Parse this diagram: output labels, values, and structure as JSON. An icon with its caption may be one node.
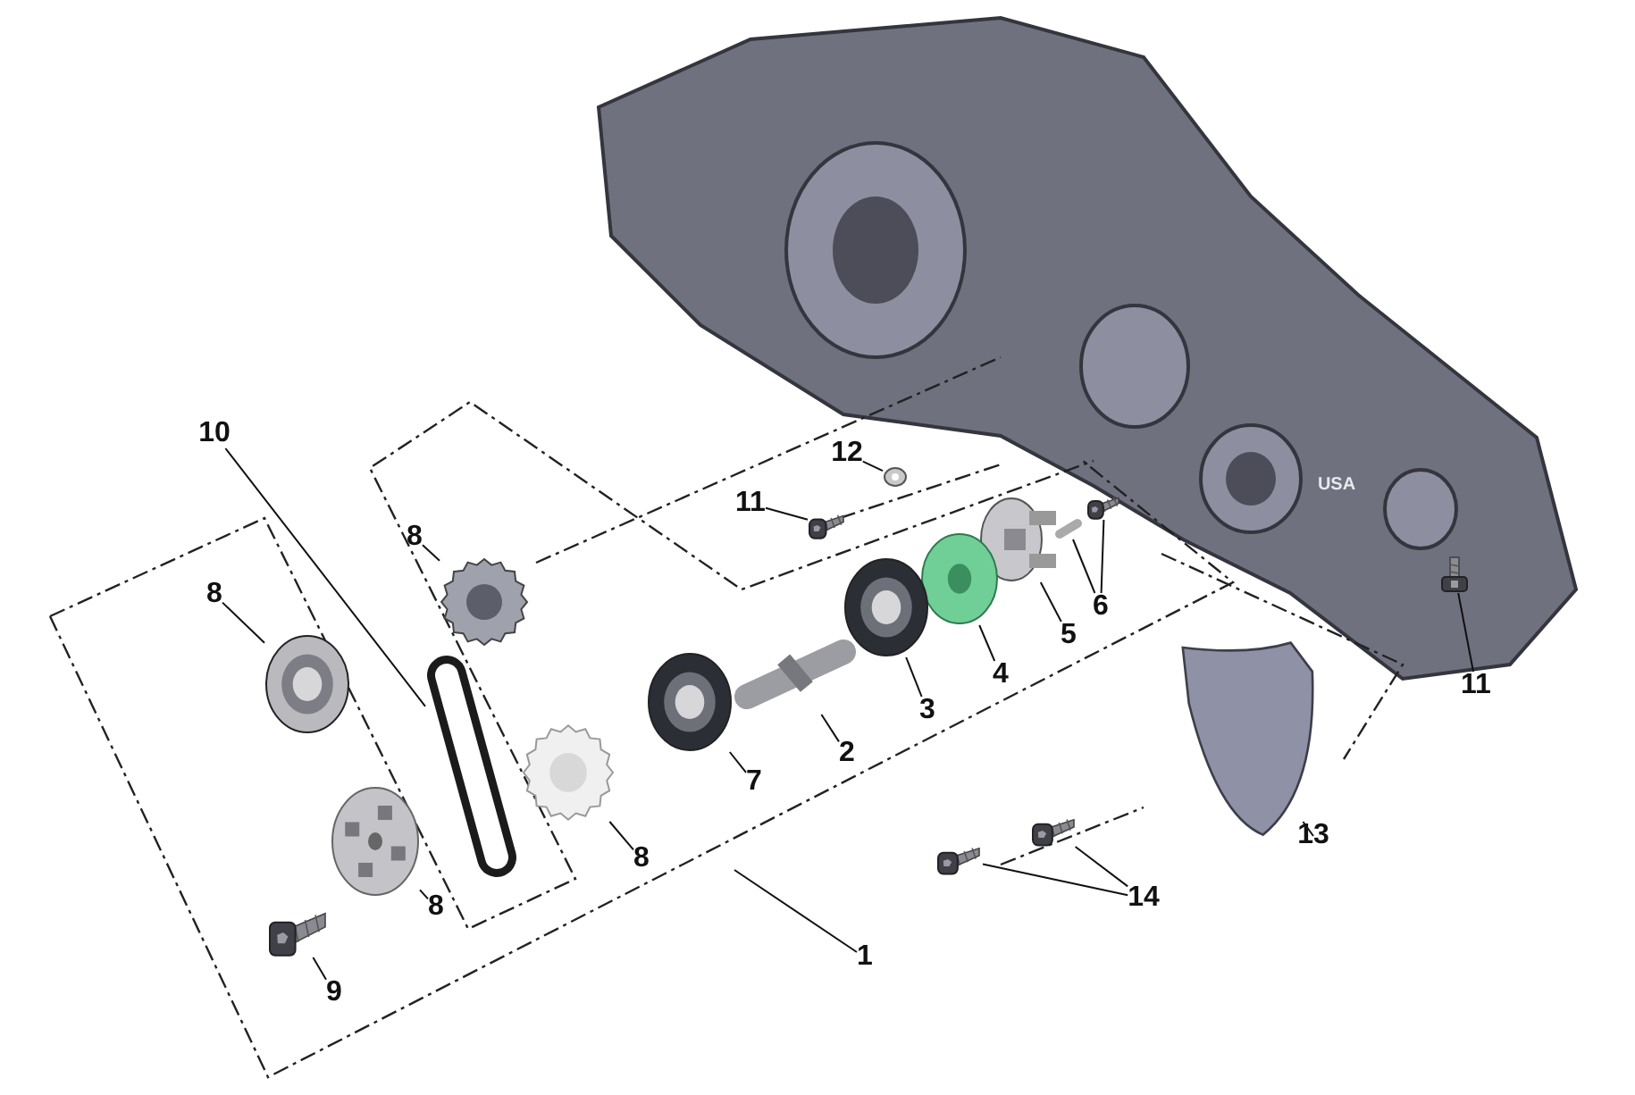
{
  "diagram": {
    "nodes": [
      {
        "text": [
          "10"
        ]
      },
      {
        "text": [],
        "shape": "picture"
      },
      {
        "text": [
          "12"
        ]
      },
      {
        "text": [],
        "shape": "picture"
      },
      {
        "text": [
          "8"
        ]
      },
      {
        "text": [],
        "shape": "picture"
      },
      {
        "text": [
          "11"
        ]
      },
      {
        "text": [],
        "shape": "picture"
      },
      {
        "text": [
          "8"
        ]
      },
      {
        "text": [],
        "shape": "picture"
      },
      {
        "text": [
          "6"
        ]
      },
      {
        "text": [],
        "shape": "picture"
      },
      {
        "text": [],
        "shape": "picture"
      },
      {
        "text": [
          "5"
        ]
      },
      {
        "text": [],
        "shape": "picture"
      },
      {
        "text": [
          "4"
        ]
      },
      {
        "text": [],
        "shape": "picture"
      },
      {
        "text": [
          "11"
        ]
      },
      {
        "text": [],
        "shape": "picture"
      },
      {
        "text": [
          "3"
        ]
      },
      {
        "text": [],
        "shape": "picture"
      },
      {
        "text": [
          "2"
        ]
      },
      {
        "text": [],
        "shape": "picture"
      },
      {
        "text": [
          "7"
        ]
      },
      {
        "text": [],
        "shape": "picture"
      },
      {
        "text": [
          "8"
        ]
      },
      {
        "text": [],
        "shape": "picture"
      },
      {
        "text": [
          "13"
        ]
      },
      {
        "text": [],
        "shape": "picture"
      },
      {
        "text": [
          "14"
        ]
      },
      {
        "text": [],
        "shape": "picture"
      },
      {
        "text": [],
        "shape": "picture"
      },
      {
        "text": [
          "1"
        ]
      },
      {
        "text": [
          "8"
        ]
      },
      {
        "text": [],
        "shape": "picture"
      },
      {
        "text": [
          "9"
        ]
      },
      {
        "text": [],
        "shape": "picture"
      }
    ],
    "edges": [
      {
        "from": 0,
        "to": 1,
        "arrow": "none"
      },
      {
        "from": 2,
        "to": 3,
        "arrow": "none"
      },
      {
        "from": 4,
        "to": 5,
        "arrow": "none"
      },
      {
        "from": 6,
        "to": 7,
        "arrow": "none"
      },
      {
        "from": 8,
        "to": 9,
        "arrow": "none"
      },
      {
        "from": 10,
        "to": 11,
        "arrow": "none"
      },
      {
        "from": 10,
        "to": 12,
        "arrow": "none"
      },
      {
        "from": 13,
        "to": 14,
        "arrow": "none"
      },
      {
        "from": 15,
        "to": 16,
        "arrow": "none"
      },
      {
        "from": 17,
        "to": 18,
        "arrow": "none"
      },
      {
        "from": 19,
        "to": 20,
        "arrow": "none"
      },
      {
        "from": 21,
        "to": 22,
        "arrow": "none"
      },
      {
        "from": 23,
        "to": 24,
        "arrow": "none"
      },
      {
        "from": 25,
        "to": 26,
        "arrow": "none"
      },
      {
        "from": 27,
        "to": 28,
        "arrow": "none"
      },
      {
        "from": 29,
        "to": 30,
        "arrow": "none"
      },
      {
        "from": 29,
        "to": 31,
        "arrow": "none"
      },
      {
        "from": 32,
        "to": null,
        "arrow": "none"
      },
      {
        "from": 33,
        "to": 34,
        "arrow": "none"
      },
      {
        "from": 35,
        "to": 36,
        "arrow": "none"
      }
    ],
    "labels": [
      "USA"
    ]
  }
}
